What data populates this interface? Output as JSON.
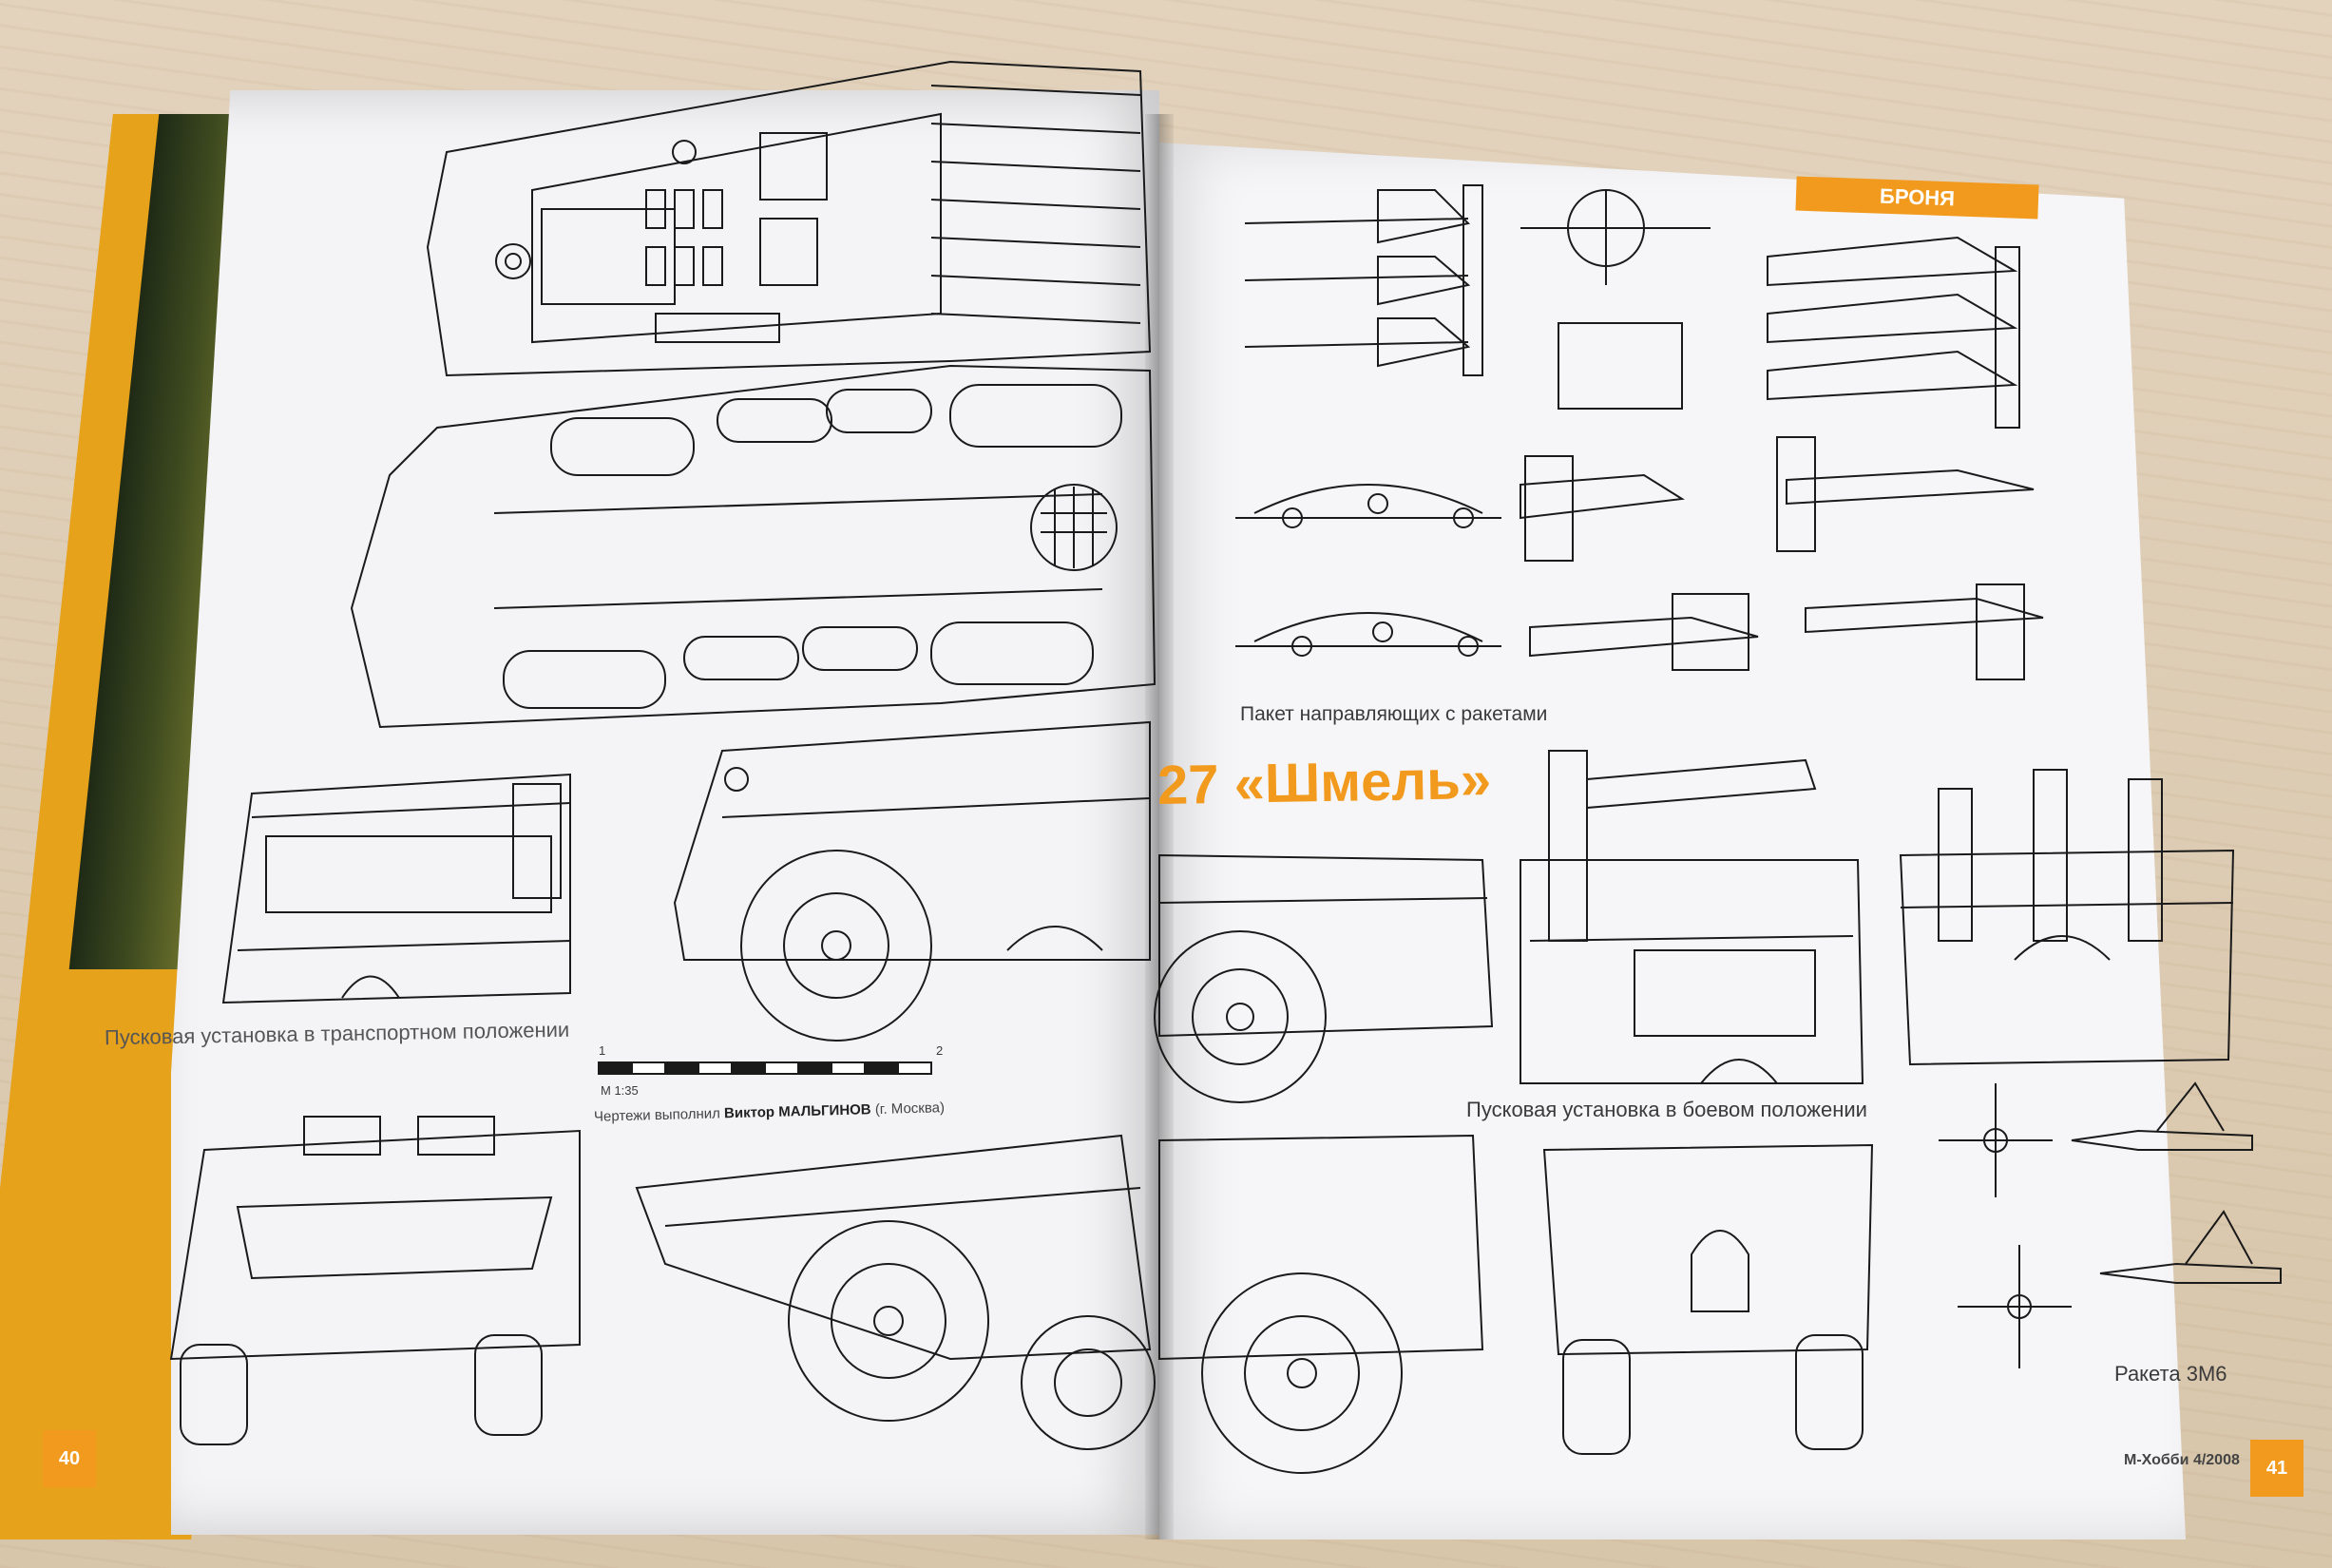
{
  "magazine": {
    "section_tab": "БРОНЯ",
    "title": "27 «Шмель»",
    "footer": "М-Хобби 4/2008",
    "left_page_number": "40",
    "right_page_number": "41"
  },
  "captions": {
    "rocket_pack": "Пакет направляющих с ракетами",
    "transport_position": "Пусковая установка в транспортном  положении",
    "combat_position": "Пусковая установка в боевом положении",
    "rocket": "Ракета 3М6"
  },
  "credit": {
    "prefix": "Чертежи выполнил",
    "author": "Виктор МАЛЬГИНОВ",
    "city": "(г. Москва)"
  },
  "scale_bar": {
    "label": "М 1:35",
    "start": "1",
    "end": "2"
  },
  "colors": {
    "accent": "#f29a1d",
    "page": "#f4f4f6",
    "line": "#1a1a1a"
  }
}
